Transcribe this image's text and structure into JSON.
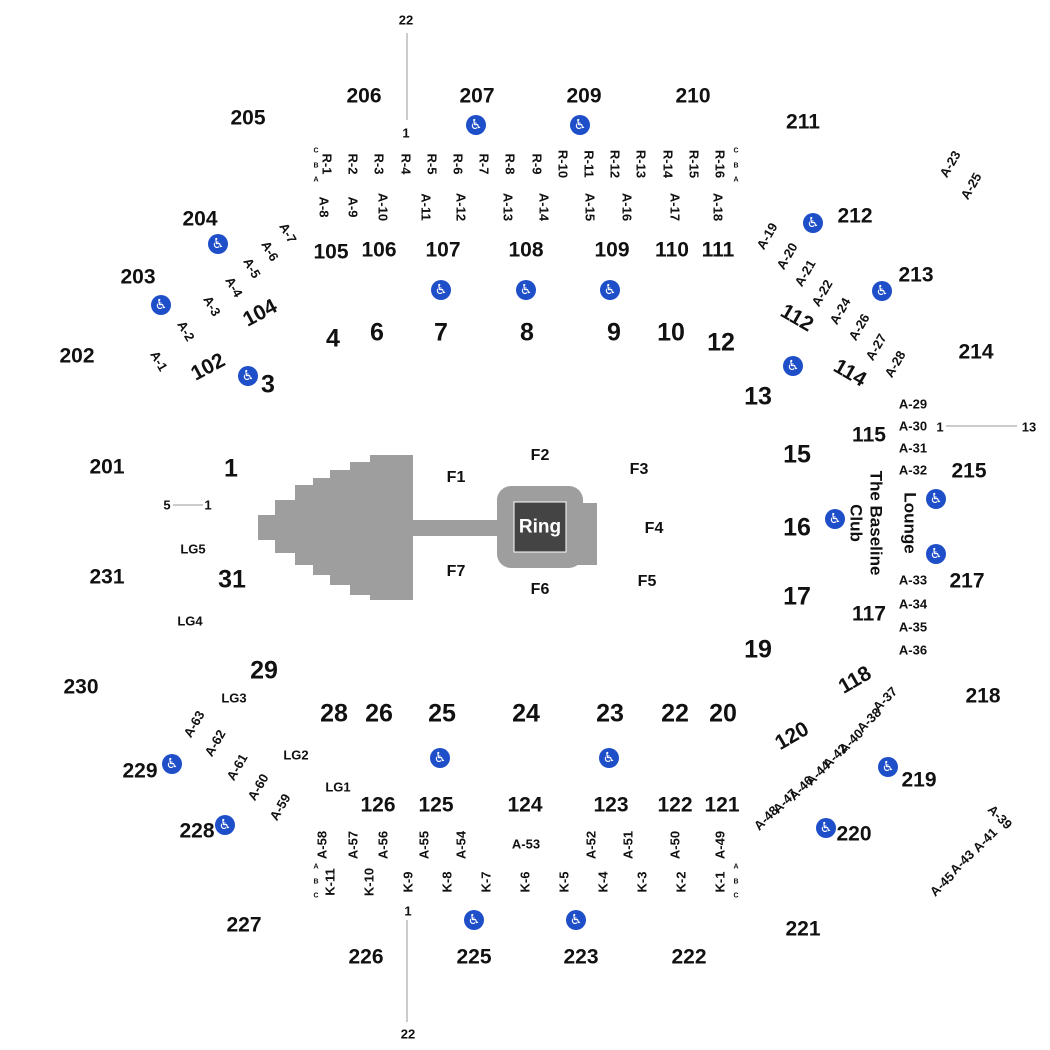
{
  "colors": {
    "stage": "#9e9e9e",
    "ring": "#444444",
    "ada": "#1f4fc8",
    "line": "#999999"
  },
  "stage": {
    "ring_label": "Ring"
  },
  "accessible_icon": "wheelchair-icon",
  "upper_sections": [
    "201",
    "202",
    "203",
    "204",
    "205",
    "206",
    "207",
    "209",
    "210",
    "211",
    "212",
    "213",
    "214",
    "215",
    "217",
    "218",
    "219",
    "220",
    "221",
    "222",
    "223",
    "225",
    "226",
    "227",
    "228",
    "229",
    "230",
    "231"
  ],
  "lower_sections": [
    "102",
    "104",
    "105",
    "106",
    "107",
    "108",
    "109",
    "110",
    "111",
    "112",
    "114",
    "115",
    "117",
    "118",
    "120",
    "121",
    "122",
    "123",
    "124",
    "125",
    "126"
  ],
  "floor_sections": [
    "1",
    "3",
    "4",
    "6",
    "7",
    "8",
    "9",
    "10",
    "12",
    "13",
    "15",
    "16",
    "17",
    "19",
    "20",
    "22",
    "23",
    "24",
    "25",
    "26",
    "28",
    "29",
    "31"
  ],
  "floor_areas": [
    "F1",
    "F2",
    "F3",
    "F4",
    "F5",
    "F6",
    "F7",
    "LG1",
    "LG2",
    "LG3",
    "LG4",
    "LG5"
  ],
  "rows_top": [
    "R-1",
    "R-2",
    "R-3",
    "R-4",
    "R-5",
    "R-6",
    "R-7",
    "R-8",
    "R-9",
    "R-10",
    "R-11",
    "R-12",
    "R-13",
    "R-14",
    "R-15",
    "R-16"
  ],
  "rows_bottom": [
    "K-1",
    "K-2",
    "K-3",
    "K-4",
    "K-5",
    "K-6",
    "K-7",
    "K-8",
    "K-9",
    "K-10",
    "K-11"
  ],
  "a_rows": [
    "A-1",
    "A-2",
    "A-3",
    "A-4",
    "A-5",
    "A-6",
    "A-7",
    "A-8",
    "A-9",
    "A-10",
    "A-11",
    "A-12",
    "A-13",
    "A-14",
    "A-15",
    "A-16",
    "A-17",
    "A-18",
    "A-19",
    "A-20",
    "A-21",
    "A-22",
    "A-23",
    "A-24",
    "A-25",
    "A-26",
    "A-27",
    "A-28",
    "A-29",
    "A-30",
    "A-31",
    "A-32",
    "A-33",
    "A-34",
    "A-35",
    "A-36",
    "A-37",
    "A-38",
    "A-39",
    "A-40",
    "A-41",
    "A-42",
    "A-43",
    "A-44",
    "A-45",
    "A-46",
    "A-47",
    "A-48",
    "A-49",
    "A-50",
    "A-51",
    "A-52",
    "A-53",
    "A-54",
    "A-55",
    "A-56",
    "A-57",
    "A-58",
    "A-59",
    "A-60",
    "A-61",
    "A-62",
    "A-63"
  ],
  "row_letters": [
    "A",
    "B",
    "C"
  ],
  "seat_markers": {
    "top": [
      "22",
      "1"
    ],
    "bottom": [
      "1",
      "22"
    ],
    "right": [
      "1",
      "13"
    ],
    "left": [
      "5",
      "1"
    ]
  },
  "club": {
    "line1": "The Baseline",
    "line2": "Club",
    "line3": "Lounge"
  }
}
